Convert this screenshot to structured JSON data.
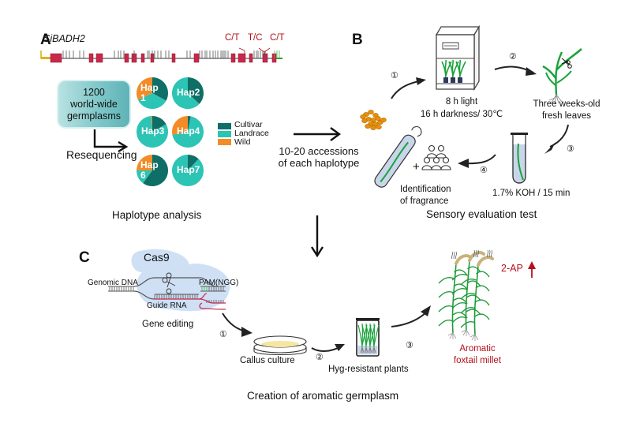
{
  "panels": {
    "A": {
      "label": "A",
      "gene_name": "SiBADH2",
      "snps": [
        "C/T",
        "T/C",
        "C/T"
      ],
      "germplasm_box": [
        "1200",
        "world-wide",
        "germplasms"
      ],
      "resequencing_label": "Resequencing",
      "caption": "Haplotype analysis",
      "legend": [
        {
          "name": "Cultivar",
          "color": "#0f6e66"
        },
        {
          "name": "Landrace",
          "color": "#2cc4b4"
        },
        {
          "name": "Wild",
          "color": "#f28c28"
        }
      ],
      "haplotypes": [
        {
          "name": "Hap 1",
          "label_lines": [
            "Hap",
            "1"
          ],
          "cultivar": 0.33,
          "landrace": 0.35,
          "wild": 0.32
        },
        {
          "name": "Hap2",
          "label_lines": [
            "Hap2"
          ],
          "cultivar": 0.37,
          "landrace": 0.63,
          "wild": 0.0
        },
        {
          "name": "Hap3",
          "label_lines": [
            "Hap3"
          ],
          "cultivar": 0.17,
          "landrace": 0.82,
          "wild": 0.01
        },
        {
          "name": "Hap4",
          "label_lines": [
            "Hap4"
          ],
          "cultivar": 0.03,
          "landrace": 0.69,
          "wild": 0.28
        },
        {
          "name": "Hap 6",
          "label_lines": [
            "Hap",
            "6"
          ],
          "cultivar": 0.6,
          "landrace": 0.15,
          "wild": 0.25
        },
        {
          "name": "Hap7",
          "label_lines": [
            "Hap7"
          ],
          "cultivar": 0.12,
          "landrace": 0.88,
          "wild": 0.0
        }
      ]
    },
    "transition": [
      "10-20 accessions",
      "of each haplotype"
    ],
    "B": {
      "label": "B",
      "steps": [
        "①",
        "②",
        "③",
        "④"
      ],
      "chamber_text": [
        "8 h light",
        "16 h darkness/ 30℃"
      ],
      "leaves_text": [
        "Three weeks-old",
        "fresh leaves"
      ],
      "koh_text": "1.7% KOH / 15 min",
      "plus": "+",
      "identification_text": [
        "Identification",
        "of fragrance"
      ],
      "caption": "Sensory evaluation test"
    },
    "C": {
      "label": "C",
      "cas9": "Cas9",
      "genomic_dna": "Genomic DNA",
      "pam": "PAM(NGG)",
      "guide_rna": "Guide RNA",
      "gene_editing": "Gene editing",
      "steps": [
        "①",
        "②",
        "③"
      ],
      "callus": "Callus culture",
      "hyg": "Hyg-resistant plants",
      "aromatic": [
        "Aromatic",
        "foxtail millet"
      ],
      "two_ap": "2-AP",
      "caption": "Creation of aromatic germplasm"
    }
  },
  "colors": {
    "exon": "#c8284a",
    "snp_red": "#b3121b",
    "cultivar": "#0f6e66",
    "landrace": "#2cc4b4",
    "wild": "#f28c28",
    "plant_green": "#1aa33a",
    "cas9_blue": "#cfe0f5"
  }
}
